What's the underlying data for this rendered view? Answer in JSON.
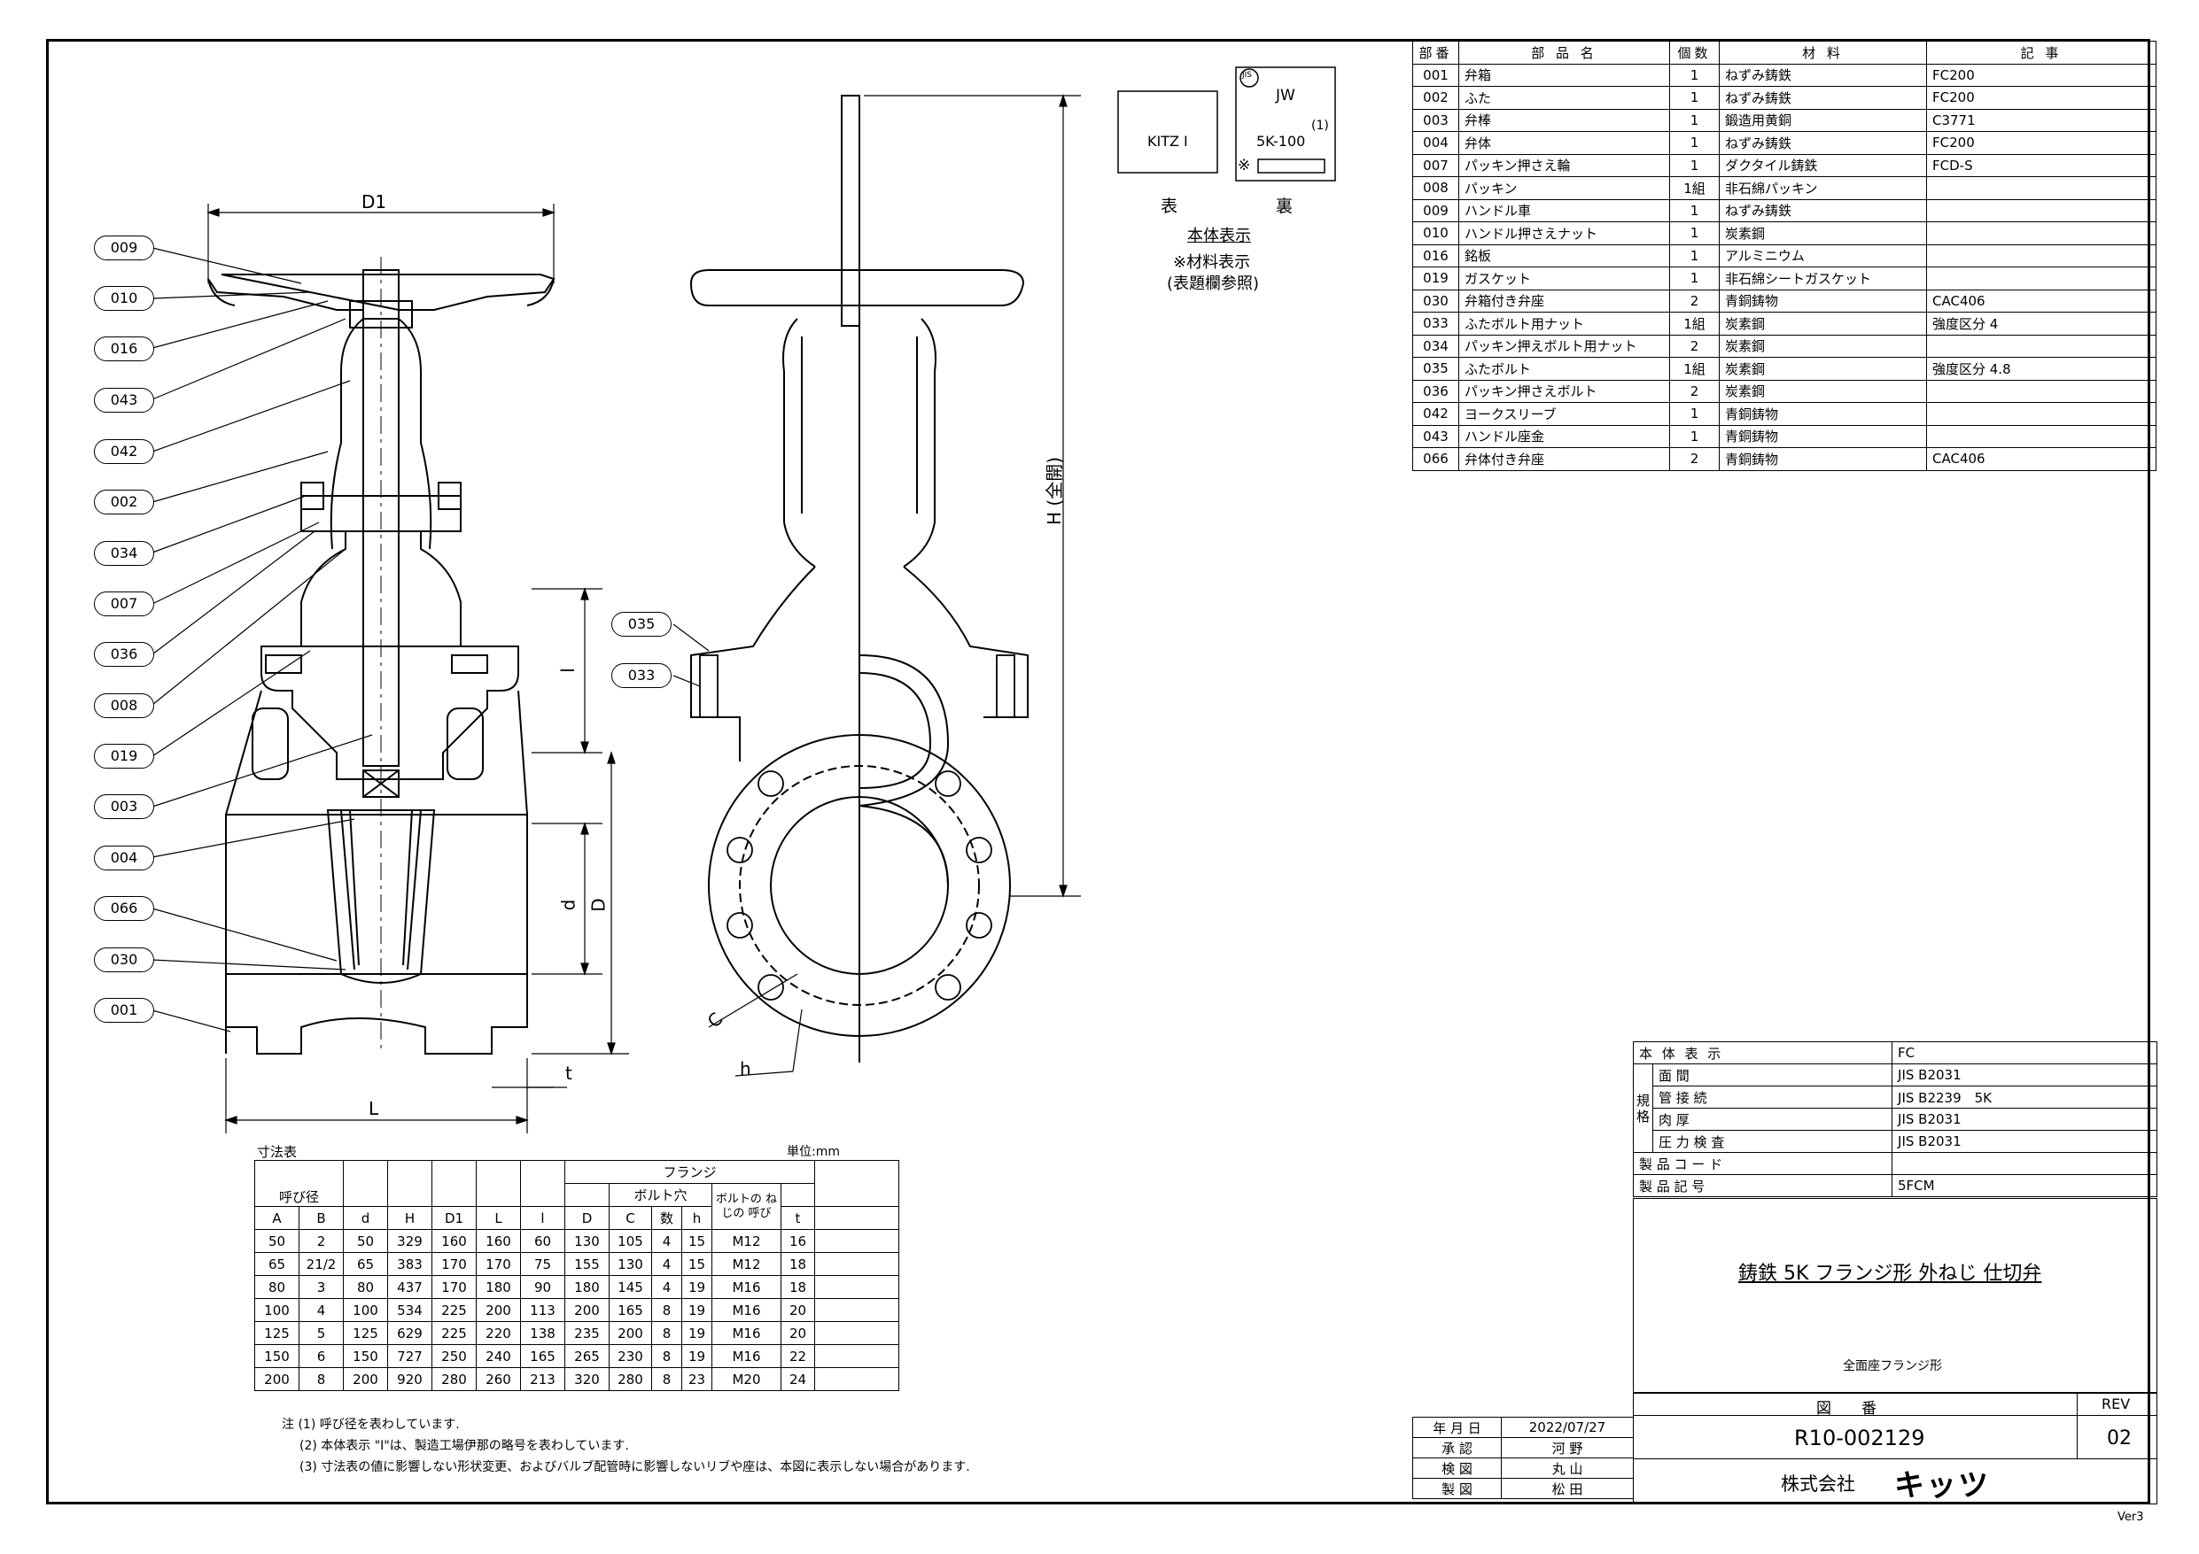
{
  "parts_table": {
    "headers": [
      "部番",
      "部 品 名",
      "個数",
      "材 料",
      "記 事"
    ],
    "rows": [
      [
        "001",
        "弁箱",
        "1",
        "ねずみ鋳鉄",
        "FC200"
      ],
      [
        "002",
        "ふた",
        "1",
        "ねずみ鋳鉄",
        "FC200"
      ],
      [
        "003",
        "弁棒",
        "1",
        "鍛造用黄銅",
        "C3771"
      ],
      [
        "004",
        "弁体",
        "1",
        "ねずみ鋳鉄",
        "FC200"
      ],
      [
        "007",
        "パッキン押さえ輪",
        "1",
        "ダクタイル鋳鉄",
        "FCD-S"
      ],
      [
        "008",
        "パッキン",
        "1組",
        "非石綿パッキン",
        ""
      ],
      [
        "009",
        "ハンドル車",
        "1",
        "ねずみ鋳鉄",
        ""
      ],
      [
        "010",
        "ハンドル押さえナット",
        "1",
        "炭素鋼",
        ""
      ],
      [
        "016",
        "銘板",
        "1",
        "アルミニウム",
        ""
      ],
      [
        "019",
        "ガスケット",
        "1",
        "非石綿シートガスケット",
        ""
      ],
      [
        "030",
        "弁箱付き弁座",
        "2",
        "青銅鋳物",
        "CAC406"
      ],
      [
        "033",
        "ふたボルト用ナット",
        "1組",
        "炭素鋼",
        "強度区分 4"
      ],
      [
        "034",
        "パッキン押えボルト用ナット",
        "2",
        "炭素鋼",
        ""
      ],
      [
        "035",
        "ふたボルト",
        "1組",
        "炭素鋼",
        "強度区分 4.8"
      ],
      [
        "036",
        "パッキン押さえボルト",
        "2",
        "炭素鋼",
        ""
      ],
      [
        "042",
        "ヨークスリーブ",
        "1",
        "青銅鋳物",
        ""
      ],
      [
        "043",
        "ハンドル座金",
        "1",
        "青銅鋳物",
        ""
      ],
      [
        "066",
        "弁体付き弁座",
        "2",
        "青銅鋳物",
        "CAC406"
      ]
    ]
  },
  "marking": {
    "front_box": "KITZ I",
    "back_jis": "JIS",
    "back_jw": "JW",
    "back_size": "5K-100",
    "back_note_mark": "(1)",
    "back_symbol": "※",
    "front_label": "表",
    "back_label": "裏",
    "title": "本体表示",
    "note1": "※材料表示",
    "note2": "(表題欄参照)"
  },
  "balloons_left": [
    "009",
    "010",
    "016",
    "043",
    "042",
    "002",
    "034",
    "007",
    "036",
    "008",
    "019",
    "003",
    "004",
    "066",
    "030",
    "001"
  ],
  "balloons_right": [
    "035",
    "033"
  ],
  "dimension_labels": {
    "D1": "D1",
    "H": "H (全開)",
    "l": "l",
    "d": "d",
    "D": "D",
    "t": "t",
    "L": "L",
    "C": "C",
    "h": "h"
  },
  "dims_table": {
    "caption": "寸法表",
    "unit": "単位:mm",
    "nominal": "呼び径",
    "flange": "フランジ",
    "bolt_holes": "ボルト穴",
    "bolt_thread": "ボルトの ねじの 呼び",
    "columns": [
      "A",
      "B",
      "d",
      "H",
      "D1",
      "L",
      "l",
      "D",
      "C",
      "数",
      "h",
      "呼び",
      "t"
    ],
    "rows": [
      [
        "50",
        "2",
        "50",
        "329",
        "160",
        "160",
        "60",
        "130",
        "105",
        "4",
        "15",
        "M12",
        "16"
      ],
      [
        "65",
        "21/2",
        "65",
        "383",
        "170",
        "170",
        "75",
        "155",
        "130",
        "4",
        "15",
        "M12",
        "18"
      ],
      [
        "80",
        "3",
        "80",
        "437",
        "170",
        "180",
        "90",
        "180",
        "145",
        "4",
        "19",
        "M16",
        "18"
      ],
      [
        "100",
        "4",
        "100",
        "534",
        "225",
        "200",
        "113",
        "200",
        "165",
        "8",
        "19",
        "M16",
        "20"
      ],
      [
        "125",
        "5",
        "125",
        "629",
        "225",
        "220",
        "138",
        "235",
        "200",
        "8",
        "19",
        "M16",
        "20"
      ],
      [
        "150",
        "6",
        "150",
        "727",
        "250",
        "240",
        "165",
        "265",
        "230",
        "8",
        "19",
        "M16",
        "22"
      ],
      [
        "200",
        "8",
        "200",
        "920",
        "280",
        "260",
        "213",
        "320",
        "280",
        "8",
        "23",
        "M20",
        "24"
      ]
    ]
  },
  "notes": [
    "注 (1) 呼び径を表わしています.",
    "(2) 本体表示 \"I\"は、製造工場伊那の略号を表わしています.",
    "(3) 寸法表の値に影響しない形状変更、およびバルブ配管時に影響しないリブや座は、本図に表示しない場合があります."
  ],
  "spec": {
    "body_marking_label": "本 体 表 示",
    "body_marking_value": "FC",
    "standard_label": "規格",
    "face_label": "面 間",
    "face_value": "JIS B2031",
    "pipe_label": "管 接 続",
    "pipe_value": "JIS B2239　5K",
    "wall_label": "肉 厚",
    "wall_value": "JIS B2031",
    "pressure_label": "圧 力 検 査",
    "pressure_value": "JIS B2031",
    "code_label": "製 品 コ ー ド",
    "code_value": "",
    "symbol_label": "製 品 記 号",
    "symbol_value": "5FCM"
  },
  "title_block": {
    "title": "鋳鉄 5K フランジ形 外ねじ 仕切弁",
    "subtitle": "全面座フランジ形",
    "drawing_no_label": "図　　番",
    "rev_label": "REV",
    "drawing_no": "R10-002129",
    "rev": "02",
    "company": "株式会社",
    "company_logo": "キッツ",
    "date_label": "年 月 日",
    "date": "2022/07/27",
    "approved_label": "承 認",
    "approved": "河 野",
    "checked_label": "検 図",
    "checked": "丸 山",
    "drawn_label": "製 図",
    "drawn": "松 田",
    "version": "Ver3"
  }
}
